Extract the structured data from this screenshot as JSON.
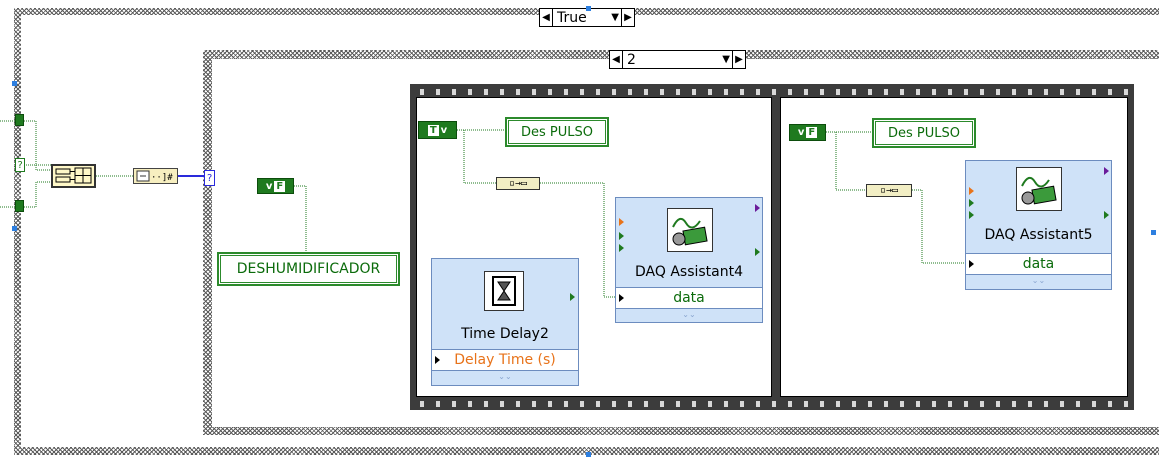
{
  "outer_case": {
    "selector_value": "True"
  },
  "inner_case": {
    "selector_value": "2"
  },
  "constants": {
    "deshumidificador": "DESHUMIDIFICADOR",
    "des_pulso_1": "Des PULSO",
    "des_pulso_2": "Des PULSO",
    "bool_false_left": "F",
    "bool_true_frame1": "T",
    "bool_false_frame2": "F",
    "case_tunnel_q": "?"
  },
  "frame1": {
    "time_delay": {
      "title": "Time Delay2",
      "input_label": "Delay Time (s)"
    },
    "daq": {
      "title": "DAQ Assistant4",
      "input_label": "data"
    }
  },
  "frame2": {
    "daq": {
      "title": "DAQ Assistant5",
      "input_label": "data"
    }
  },
  "colors": {
    "boolean_wire": "#1f7a1f",
    "string_text": "#0b6b0b",
    "express_bg": "#cfe2f8",
    "delay_label": "#e8731a",
    "selection_handle": "#2d7fe0"
  },
  "icons": {
    "bundle_node": "array-build-icon",
    "convert_node": "to-string-icon",
    "daq_icon": "daq-assistant-icon",
    "delay_icon": "hourglass-icon",
    "bool_to_dds": "to-dynamic-data-icon"
  }
}
